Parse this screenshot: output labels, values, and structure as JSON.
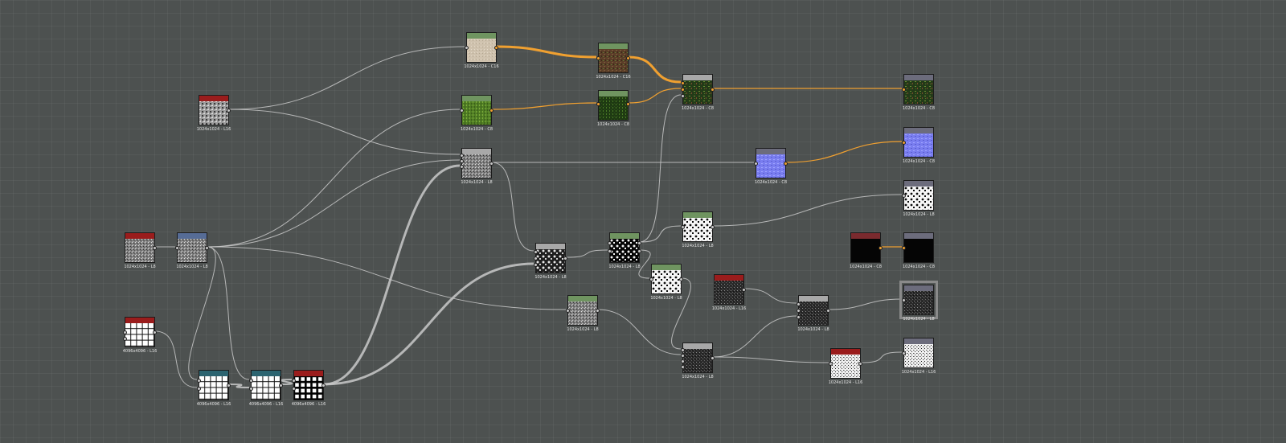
{
  "colors": {
    "canvas": "#4d5150",
    "wire_gray": "#c9c9c9",
    "wire_orange": "#f0a030",
    "header_red": "#9a1c1c",
    "header_blue": "#566c96",
    "header_teal": "#2c6470",
    "header_green": "#6f9460",
    "header_gray": "#a8a8a8",
    "header_slate": "#6c6c7c",
    "header_darkred": "#7a2a2e"
  },
  "nodes": [
    {
      "id": "grass_base",
      "label": "1024x1024 - C16",
      "header": "header_green",
      "thumb": "sand"
    },
    {
      "id": "grass_soil",
      "label": "1024x1024 - C16",
      "header": "header_green",
      "thumb": "soil"
    },
    {
      "id": "grunge_red",
      "label": "1024x1024 - L16",
      "header": "header_red",
      "thumb": "grunge"
    },
    {
      "id": "grass_green",
      "label": "1024x1024 - C8",
      "header": "header_green",
      "thumb": "grass"
    },
    {
      "id": "grass_dark",
      "label": "1024x1024 - C8",
      "header": "header_green",
      "thumb": "grassdark"
    },
    {
      "id": "blend_main",
      "label": "1024x1024 - C8",
      "header": "header_gray",
      "thumb": "mix"
    },
    {
      "id": "out_basecolor",
      "label": "1024x1024 - C8",
      "header": "header_slate",
      "thumb": "mix"
    },
    {
      "id": "height_blend",
      "label": "1024x1024 - L8",
      "header": "header_gray",
      "thumb": "noise"
    },
    {
      "id": "normal_node",
      "label": "1024x1024 - C8",
      "header": "header_slate",
      "thumb": "normal"
    },
    {
      "id": "out_normal",
      "label": "1024x1024 - C8",
      "header": "header_slate",
      "thumb": "normal"
    },
    {
      "id": "out_mask",
      "label": "1024x1024 - L8",
      "header": "header_slate",
      "thumb": "shapeswhite"
    },
    {
      "id": "noise_red_left",
      "label": "1024x1024 - L8",
      "header": "header_red",
      "thumb": "noise"
    },
    {
      "id": "noise_blue",
      "label": "1024x1024 - L8",
      "header": "header_blue",
      "thumb": "noise"
    },
    {
      "id": "shapes_gray",
      "label": "1024x1024 - L8",
      "header": "header_gray",
      "thumb": "shapes"
    },
    {
      "id": "shapes_black",
      "label": "1024x1024 - L8",
      "header": "header_green",
      "thumb": "shapesblack"
    },
    {
      "id": "shapes_white",
      "label": "1024x1024 - L8",
      "header": "header_green",
      "thumb": "shapeswhite"
    },
    {
      "id": "shapes_white2",
      "label": "1024x1024 - L8",
      "header": "header_green",
      "thumb": "shapeswhite"
    },
    {
      "id": "black_src",
      "label": "1024x1024 - C8",
      "header": "header_darkred",
      "thumb": "black"
    },
    {
      "id": "out_black",
      "label": "1024x1024 - C8",
      "header": "header_slate",
      "thumb": "black"
    },
    {
      "id": "tile_grid",
      "label": "4096x4096 - L16",
      "header": "header_red",
      "thumb": "grid"
    },
    {
      "id": "grid_teal1",
      "label": "4096x4096 - L16",
      "header": "header_teal",
      "thumb": "grid"
    },
    {
      "id": "grid_teal2",
      "label": "4096x4096 - L16",
      "header": "header_teal",
      "thumb": "grid"
    },
    {
      "id": "grid_red",
      "label": "4096x4096 - L16",
      "header": "header_red",
      "thumb": "gridblack"
    },
    {
      "id": "noise_green_mid",
      "label": "1024x1024 - L8",
      "header": "header_green",
      "thumb": "noise"
    },
    {
      "id": "noise_red_mid",
      "label": "1024x1024 - L16",
      "header": "header_red",
      "thumb": "noisedark"
    },
    {
      "id": "dark_blend",
      "label": "1024x1024 - L8",
      "header": "header_gray",
      "thumb": "noisedark"
    },
    {
      "id": "out_dark",
      "label": "1024x1024 - L8",
      "header": "header_slate",
      "thumb": "noisedark"
    },
    {
      "id": "height2",
      "label": "1024x1024 - L8",
      "header": "header_gray",
      "thumb": "noisedark"
    },
    {
      "id": "noise_red_r",
      "label": "1024x1024 - L16",
      "header": "header_red",
      "thumb": "noisebright"
    },
    {
      "id": "out_bright",
      "label": "1024x1024 - L16",
      "header": "header_slate",
      "thumb": "noisebright"
    }
  ]
}
